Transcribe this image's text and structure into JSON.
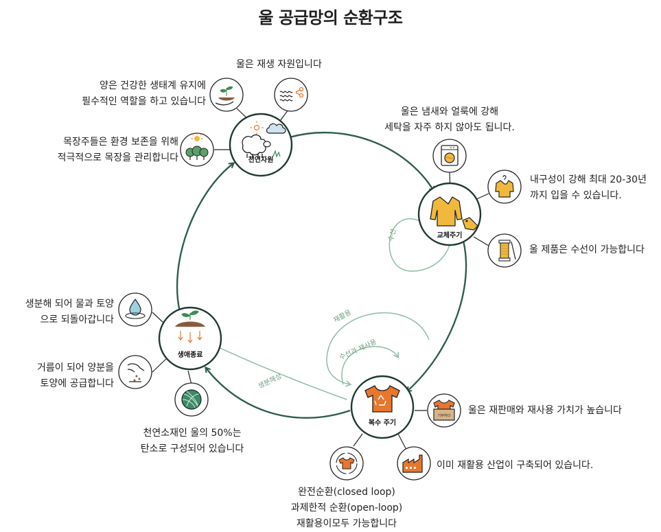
{
  "title": "울 공급망의 순환구조",
  "nodes": {
    "natural": "천연자원",
    "replace": "교체주기",
    "multi": "복수 주기",
    "eol": "생애종료"
  },
  "arcs": {
    "repair": "수선",
    "recycle": "재활용",
    "repair_reuse": "수선과 재사용",
    "biodegrade": "생분해성"
  },
  "labels": {
    "renewable": "울은 재생 자원입니다",
    "sheep_ecosystem": [
      "양은 건강한 생태계 유지에",
      "필수적인 역할을 하고 있습니다"
    ],
    "ranchers": [
      "목장주들은 환경 보존을 위해",
      "적극적으로 목장을 관리합니다"
    ],
    "washing": [
      "울은 냄새와 얼룩에 강해",
      "세탁을 자주 하지 않아도 됩니다."
    ],
    "durability": [
      "내구성이 강해 최대 20-30년",
      "까지 입을 수 있습니다."
    ],
    "repairable": "울 제품은 수선이 가능합니다",
    "resale": "울은 재판매와 재사용 가치가 높습니다",
    "industry": "이미 재활용 산업이 구축되어 있습니다.",
    "loops": [
      "완전순환(closed loop)",
      "과제한적 순환(open-loop)",
      "재활용이모두 가능합니다"
    ],
    "carbon": [
      "천연소재인 울의 50%는",
      "탄소로 구성되어 있습니다"
    ],
    "fertilizer": [
      "거름이 되어 양분을",
      "토양에 공급합니다"
    ],
    "biodegrade_soil": [
      "생분해 되어 물과 토양",
      "으로 되돌아갑니다"
    ]
  },
  "icons": {
    "natural_resource": "sheep-icon",
    "replace_cycle": "sweater-tag-icon",
    "multi_cycle": "tshirt-recycle-icon",
    "end_of_life": "sprout-soil-icon",
    "sprout_hand": "sprout-hand-icon",
    "fleece": "fleece-scissors-icon",
    "trees": "trees-sun-icon",
    "washer": "washing-machine-icon",
    "hanger": "hanger-shirt-icon",
    "spool": "thread-spool-icon",
    "box": "clothing-box-icon",
    "factory": "factory-icon",
    "loop_shirt": "recycle-shirt-icon",
    "yarn": "yarn-ball-icon",
    "compost": "compost-hand-icon",
    "water": "water-drop-icon"
  },
  "box_tag": "기부하다",
  "colors": {
    "arrow": "#2f5e4a",
    "light_arrow": "#8fbca4",
    "orange": "#e8772e",
    "yellow": "#f0b93e",
    "ink": "#222222"
  }
}
